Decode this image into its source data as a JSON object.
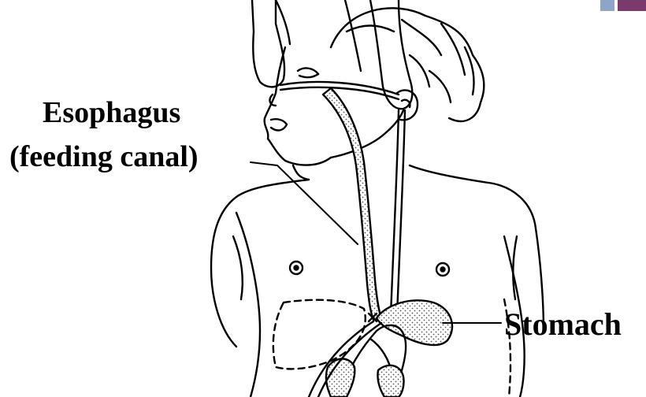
{
  "labels": {
    "esophagus_line1": "Esophagus",
    "esophagus_line2": "(feeding canal)",
    "stomach": "Stomach"
  },
  "colors": {
    "accent_blue": "#8ea4c8",
    "accent_purple": "#7a3b6c",
    "line_art": "#000000"
  }
}
